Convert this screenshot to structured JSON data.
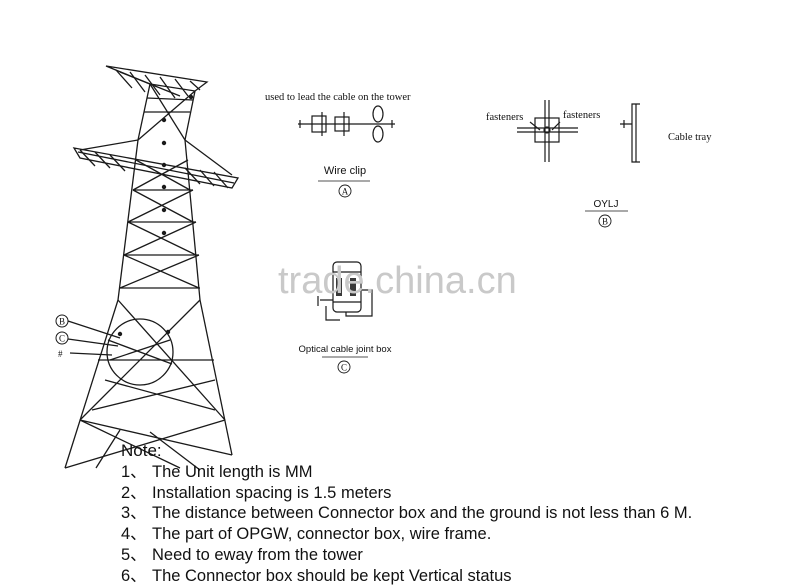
{
  "labels": {
    "wire_clip_caption": "used to lead the cable on the tower",
    "wire_clip": "Wire clip",
    "marker_a": "A",
    "fastener_left": "fasteners",
    "fastener_right": "fasteners",
    "cable_tray": "Cable tray",
    "oylj": "OYLJ",
    "marker_b": "B",
    "joint_box": "Optical cable joint box",
    "marker_c": "C",
    "tower_marker_b": "B",
    "tower_marker_c": "C",
    "tower_marker_hatch": "#"
  },
  "watermark": "trade.china.cn",
  "notes": {
    "title": "Note:",
    "items": [
      {
        "num": "1、",
        "text": "The Unit length is MM"
      },
      {
        "num": "2、",
        "text": "Installation spacing is 1.5 meters"
      },
      {
        "num": "3、",
        "text": "The distance between Connector box and the ground is not less than 6 M."
      },
      {
        "num": "4、",
        "text": "The part of OPGW, connector box, wire frame."
      },
      {
        "num": "5、",
        "text": "Need to eway from the tower"
      },
      {
        "num": "6、",
        "text": "The Connector box should be kept Vertical status"
      }
    ]
  }
}
